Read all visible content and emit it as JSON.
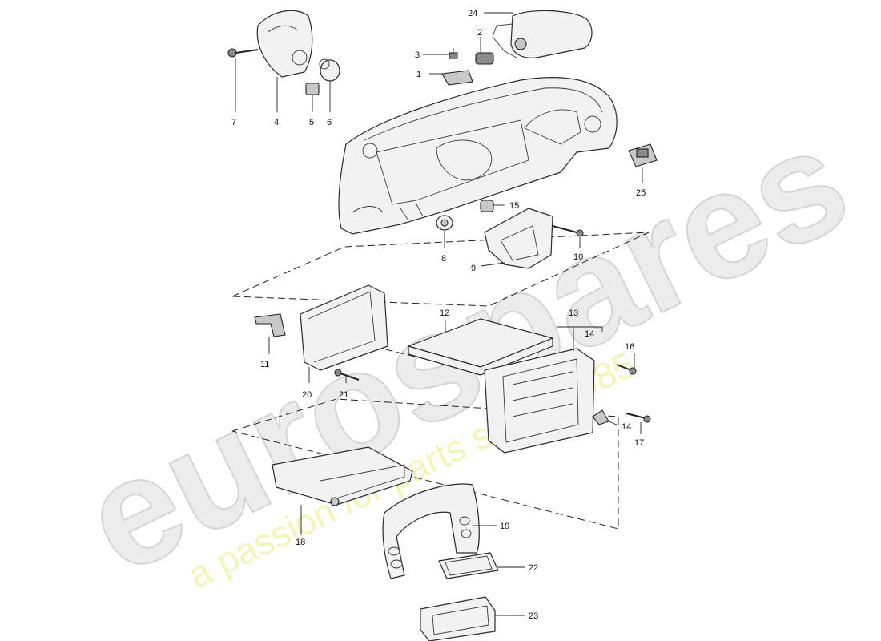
{
  "watermark": {
    "brand": "eurospares",
    "tagline": "a passion for parts since 1985"
  },
  "callouts": {
    "c1": "1",
    "c2": "2",
    "c3": "3",
    "c4": "4",
    "c5": "5",
    "c6": "6",
    "c7": "7",
    "c8": "8",
    "c9": "9",
    "c10": "10",
    "c11": "11",
    "c12": "12",
    "c13": "13",
    "c14a": "14",
    "c14b": "14",
    "c15": "15",
    "c16": "16",
    "c17": "17",
    "c18": "18",
    "c19": "19",
    "c20": "20",
    "c21": "21",
    "c22": "22",
    "c23": "23",
    "c24": "24",
    "c25": "25"
  }
}
